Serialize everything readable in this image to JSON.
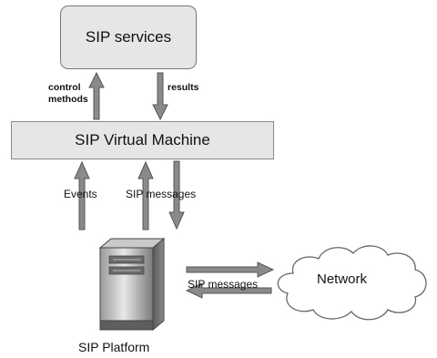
{
  "nodes": {
    "sip_services": "SIP services",
    "sip_vm": "SIP Virtual Machine",
    "sip_platform": "SIP Platform",
    "network": "Network"
  },
  "edge_labels": {
    "control_line1": "control",
    "control_line2": "methods",
    "results": "results",
    "events": "Events",
    "sip_messages_vm": "SIP messages",
    "sip_messages_network": "SIP messages"
  },
  "colors": {
    "box_fill": "#e6e6e6",
    "arrow_fill": "#8a8a8a",
    "arrow_stroke": "#555555"
  }
}
